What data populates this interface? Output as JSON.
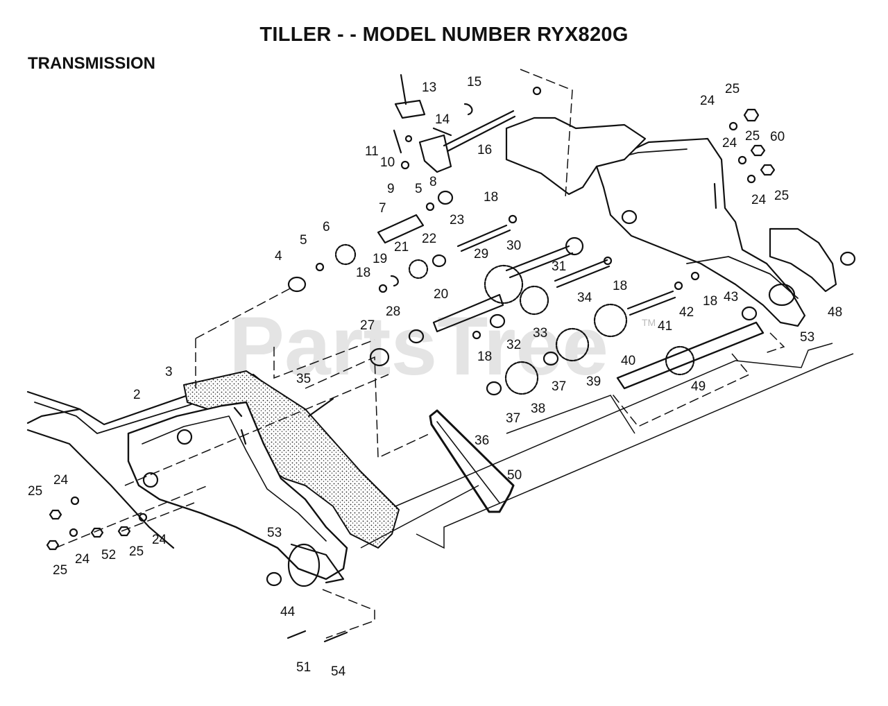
{
  "header": {
    "title": "TILLER - - MODEL NUMBER RYX820G",
    "section": "TRANSMISSION"
  },
  "watermark": {
    "text": "PartsTree",
    "mark": "TM"
  },
  "callouts": [
    {
      "id": "2",
      "label": "2"
    },
    {
      "id": "3",
      "label": "3"
    },
    {
      "id": "4",
      "label": "4"
    },
    {
      "id": "5a",
      "label": "5"
    },
    {
      "id": "5b",
      "label": "5"
    },
    {
      "id": "6",
      "label": "6"
    },
    {
      "id": "7",
      "label": "7"
    },
    {
      "id": "8",
      "label": "8"
    },
    {
      "id": "9",
      "label": "9"
    },
    {
      "id": "10",
      "label": "10"
    },
    {
      "id": "11",
      "label": "11"
    },
    {
      "id": "13",
      "label": "13"
    },
    {
      "id": "14",
      "label": "14"
    },
    {
      "id": "15",
      "label": "15"
    },
    {
      "id": "16",
      "label": "16"
    },
    {
      "id": "18a",
      "label": "18"
    },
    {
      "id": "18b",
      "label": "18"
    },
    {
      "id": "18c",
      "label": "18"
    },
    {
      "id": "18d",
      "label": "18"
    },
    {
      "id": "18e",
      "label": "18"
    },
    {
      "id": "19",
      "label": "19"
    },
    {
      "id": "20",
      "label": "20"
    },
    {
      "id": "21",
      "label": "21"
    },
    {
      "id": "22",
      "label": "22"
    },
    {
      "id": "23",
      "label": "23"
    },
    {
      "id": "24a",
      "label": "24"
    },
    {
      "id": "24b",
      "label": "24"
    },
    {
      "id": "24c",
      "label": "24"
    },
    {
      "id": "24d",
      "label": "24"
    },
    {
      "id": "24e",
      "label": "24"
    },
    {
      "id": "24f",
      "label": "24"
    },
    {
      "id": "24g",
      "label": "24"
    },
    {
      "id": "25a",
      "label": "25"
    },
    {
      "id": "25b",
      "label": "25"
    },
    {
      "id": "25c",
      "label": "25"
    },
    {
      "id": "25d",
      "label": "25"
    },
    {
      "id": "25e",
      "label": "25"
    },
    {
      "id": "25f",
      "label": "25"
    },
    {
      "id": "27",
      "label": "27"
    },
    {
      "id": "28",
      "label": "28"
    },
    {
      "id": "29",
      "label": "29"
    },
    {
      "id": "30",
      "label": "30"
    },
    {
      "id": "31",
      "label": "31"
    },
    {
      "id": "32",
      "label": "32"
    },
    {
      "id": "33",
      "label": "33"
    },
    {
      "id": "34",
      "label": "34"
    },
    {
      "id": "35",
      "label": "35"
    },
    {
      "id": "36",
      "label": "36"
    },
    {
      "id": "37a",
      "label": "37"
    },
    {
      "id": "37b",
      "label": "37"
    },
    {
      "id": "38",
      "label": "38"
    },
    {
      "id": "39",
      "label": "39"
    },
    {
      "id": "40",
      "label": "40"
    },
    {
      "id": "41",
      "label": "41"
    },
    {
      "id": "42",
      "label": "42"
    },
    {
      "id": "43",
      "label": "43"
    },
    {
      "id": "44",
      "label": "44"
    },
    {
      "id": "48",
      "label": "48"
    },
    {
      "id": "49",
      "label": "49"
    },
    {
      "id": "50",
      "label": "50"
    },
    {
      "id": "51",
      "label": "51"
    },
    {
      "id": "52",
      "label": "52"
    },
    {
      "id": "53a",
      "label": "53"
    },
    {
      "id": "53b",
      "label": "53"
    },
    {
      "id": "54",
      "label": "54"
    },
    {
      "id": "60",
      "label": "60"
    }
  ]
}
